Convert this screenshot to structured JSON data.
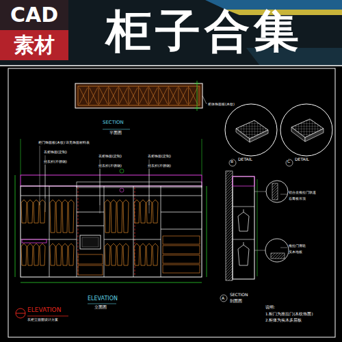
{
  "diagram": {
    "nodes": [
      {
        "text": [
          "CAD",
          "素材"
        ]
      },
      {
        "text": [
          "柜子合集"
        ]
      }
    ],
    "labels": [
      "SECTION",
      "平面图",
      "B",
      "DETAIL",
      "C",
      "DETAIL",
      "ELEVATION",
      "立面图",
      "A",
      "SECTION",
      "剖面图",
      "说明:",
      "1.柜门为推拉门(木纹饰面)",
      "2.柜体为实木多层板",
      "ELEVATION",
      "衣柜立面图设计方案",
      "柜体饰面板(木纹)",
      "柜门饰面板(木纹) 详见饰面材料表",
      "衣柜饰面(定制)",
      "挂衣杆(不锈钢)",
      "衣柜饰面(定制)",
      "挂衣杆(不锈钢)",
      "衣柜饰面(定制)",
      "挂衣杆(不锈钢)",
      "铝合金推拉门轨道",
      "石膏板吊顶",
      "推拉门滑轮",
      "实木地板"
    ]
  }
}
